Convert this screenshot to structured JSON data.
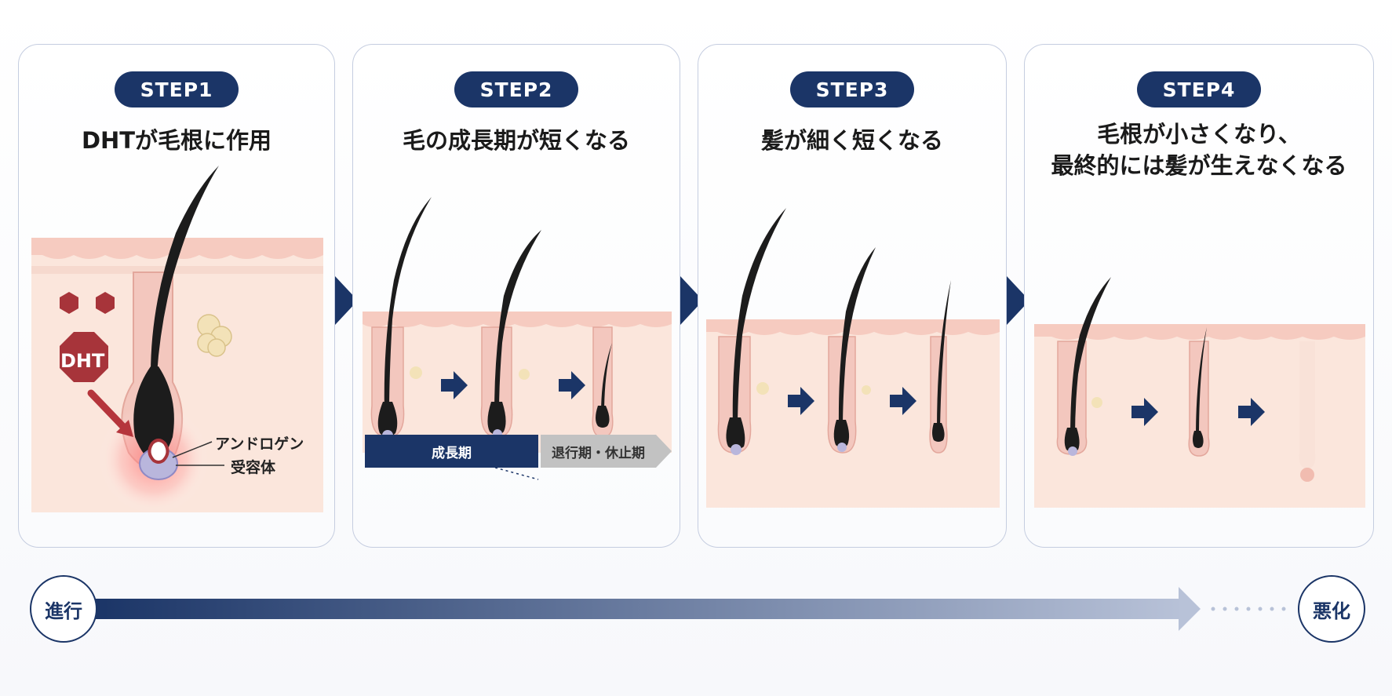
{
  "steps": [
    {
      "label": "STEP1",
      "title_lines": [
        "DHTが毛根に作用"
      ]
    },
    {
      "label": "STEP2",
      "title_lines": [
        "毛の成長期が短くなる"
      ]
    },
    {
      "label": "STEP3",
      "title_lines": [
        "髪が細く短くなる"
      ]
    },
    {
      "label": "STEP4",
      "title_lines": [
        "毛根が小さくなり、",
        "最終的には髪が生えなくなる"
      ]
    }
  ],
  "step1": {
    "dht_label": "DHT",
    "receptor_label_line1": "アンドロゲン",
    "receptor_label_line2": "受容体"
  },
  "step2": {
    "growth_phase": "成長期",
    "rest_phase": "退行期・休止期"
  },
  "progress": {
    "start_label": "進行",
    "end_label": "悪化"
  },
  "colors": {
    "navy": "#1b3567",
    "skin": "#fbe6dc",
    "skin_top": "#f6cbc0",
    "dht_red": "#a7343a",
    "hair": "#1c1c1c",
    "receptor": "#b9b6dc",
    "gland": "#f3e2b8"
  }
}
